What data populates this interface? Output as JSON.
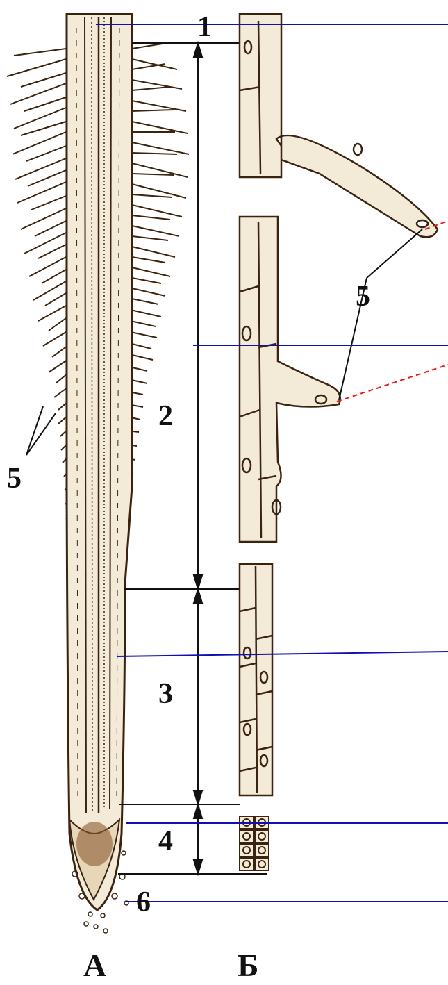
{
  "figure": {
    "panel_labels": {
      "a": "А",
      "b": "Б"
    },
    "zone_labels": [
      "1",
      "2",
      "3",
      "4",
      "6"
    ],
    "root_hair_label": "5",
    "colors": {
      "pointer_line": "#1010b0",
      "dashed_pointer": "#e02020",
      "ink": "#3a2410",
      "tissue": "#f4ead8",
      "hair": "#f3e9d6"
    }
  }
}
